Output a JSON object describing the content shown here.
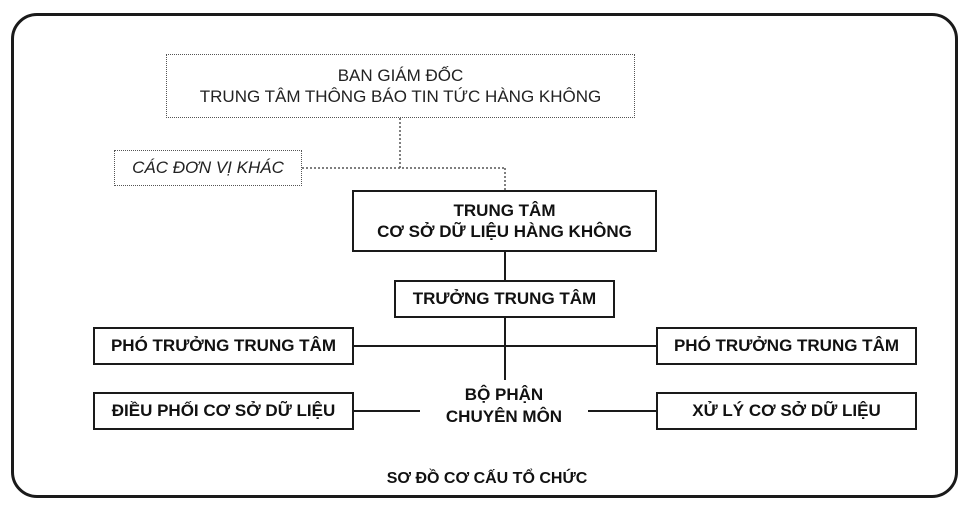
{
  "diagram": {
    "board_line1": "BAN GIÁM ĐỐC",
    "board_line2": "TRUNG TÂM THÔNG BÁO TIN TỨC HÀNG KHÔNG",
    "other_units": "CÁC ĐƠN VỊ KHÁC",
    "center_line1": "TRUNG TÂM",
    "center_line2": "CƠ SỞ DỮ LIỆU HÀNG KHÔNG",
    "director": "TRƯỞNG TRUNG TÂM",
    "deputy_left": "PHÓ TRƯỞNG TRUNG TÂM",
    "deputy_right": "PHÓ TRƯỞNG TRUNG TÂM",
    "dept_line1": "BỘ PHẬN",
    "dept_line2": "CHUYÊN MÔN",
    "coord": "ĐIỀU PHỐI CƠ SỞ DỮ LIỆU",
    "process": "XỬ LÝ CƠ SỞ DỮ LIỆU",
    "caption": "SƠ ĐỒ CƠ CẤU TỔ CHỨC"
  }
}
